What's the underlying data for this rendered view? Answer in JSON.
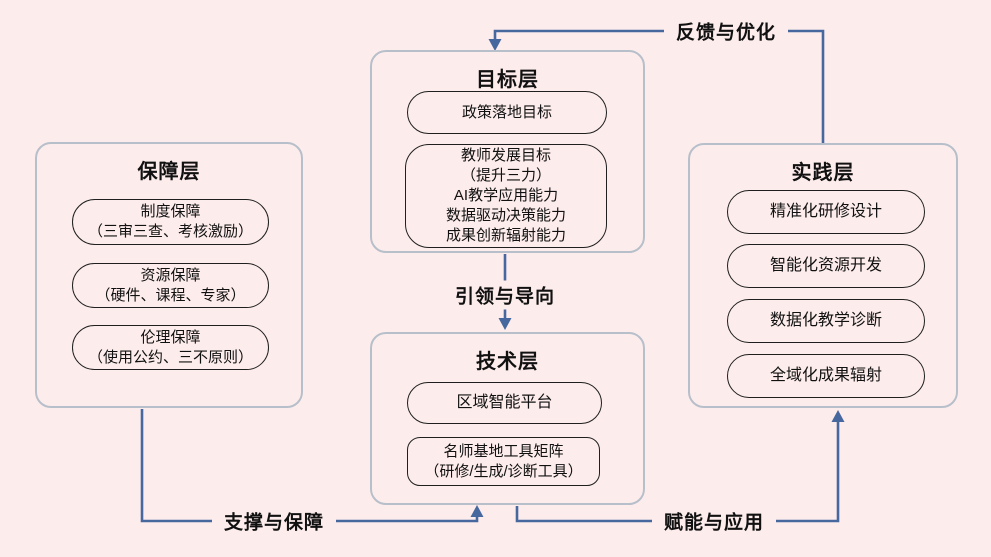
{
  "colors": {
    "background": "#fdecec",
    "box_border": "#b7bfca",
    "pill_border": "#1f1f1f",
    "arrow": "#47689f",
    "text": "#111111"
  },
  "layers": {
    "goal": {
      "title": "目标层",
      "items": [
        "政策落地目标",
        "教师发展目标\n（提升三力）\nAI教学应用能力\n数据驱动决策能力\n成果创新辐射能力"
      ]
    },
    "guarantee": {
      "title": "保障层",
      "items": [
        "制度保障\n（三审三查、考核激励）",
        "资源保障\n（硬件、课程、专家）",
        "伦理保障\n（使用公约、三不原则）"
      ]
    },
    "practice": {
      "title": "实践层",
      "items": [
        "精准化研修设计",
        "智能化资源开发",
        "数据化教学诊断",
        "全域化成果辐射"
      ]
    },
    "technology": {
      "title": "技术层",
      "items": [
        "区域智能平台",
        "名师基地工具矩阵\n（研修/生成/诊断工具）"
      ]
    }
  },
  "connectors": {
    "feedback": "反馈与优化",
    "lead": "引领与导向",
    "support": "支撑与保障",
    "empower": "赋能与应用"
  }
}
